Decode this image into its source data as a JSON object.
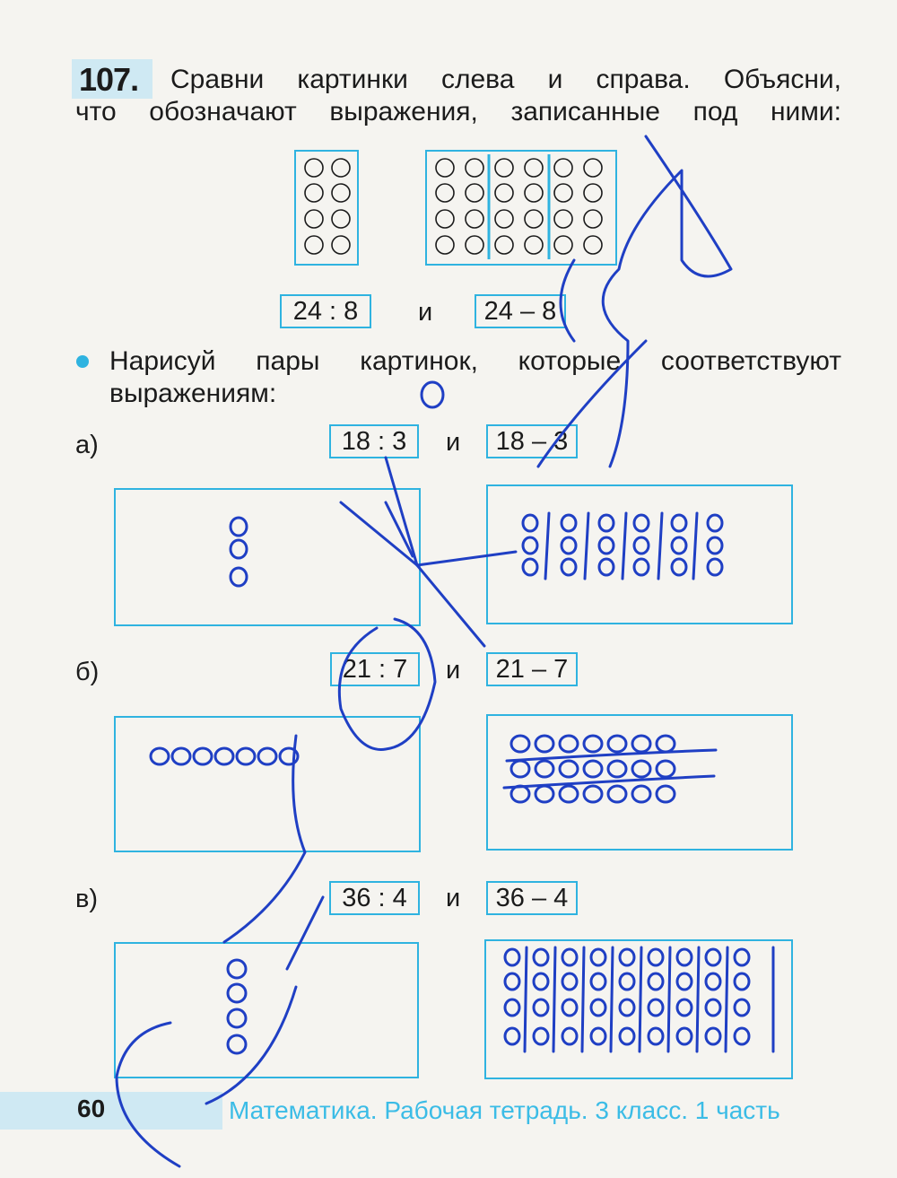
{
  "task": {
    "number": "107.",
    "line1": "Сравни картинки слева и справа. Объясни,",
    "line2": "что обозначают выражения, записанные под ними:",
    "expr_left": "24 : 8",
    "conj": "и",
    "expr_right": "24 – 8"
  },
  "instruction": {
    "line1": "Нарисуй пары картинок, которые соответствуют",
    "line2": "выражениям:"
  },
  "items": [
    {
      "label": "а)",
      "div": "18 : 3",
      "conj": "и",
      "sub": "18 – 3"
    },
    {
      "label": "б)",
      "div": "21 : 7",
      "conj": "и",
      "sub": "21 – 7"
    },
    {
      "label": "в)",
      "div": "36 : 4",
      "conj": "и",
      "sub": "36 – 4"
    }
  ],
  "footer": {
    "page_number": "60",
    "book_title": "Математика. Рабочая тетрадь. 3 класс. 1 часть"
  },
  "colors": {
    "accent": "#2fb3e0",
    "ink": "#1f3fc4",
    "text": "#1b1b1b",
    "band": "#cfe9f3"
  }
}
